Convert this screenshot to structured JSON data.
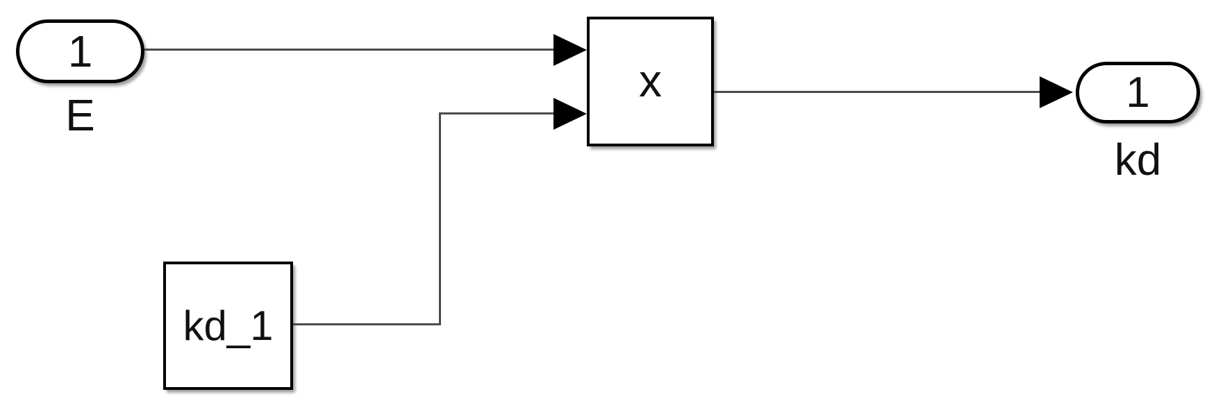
{
  "diagram": {
    "background_color": "#ffffff",
    "wire_color": "#4a4a4a",
    "block_border_color": "#000000",
    "block_fill_color": "#ffffff",
    "arrowhead_color": "#000000"
  },
  "blocks": {
    "inport_e": {
      "port_number": "1",
      "label": "E"
    },
    "product": {
      "operator": "x"
    },
    "constant_kd1": {
      "value": "kd_1"
    },
    "outport_kd": {
      "port_number": "1",
      "label": "kd"
    }
  },
  "icons": {
    "arrowhead": "filled-right-triangle"
  }
}
